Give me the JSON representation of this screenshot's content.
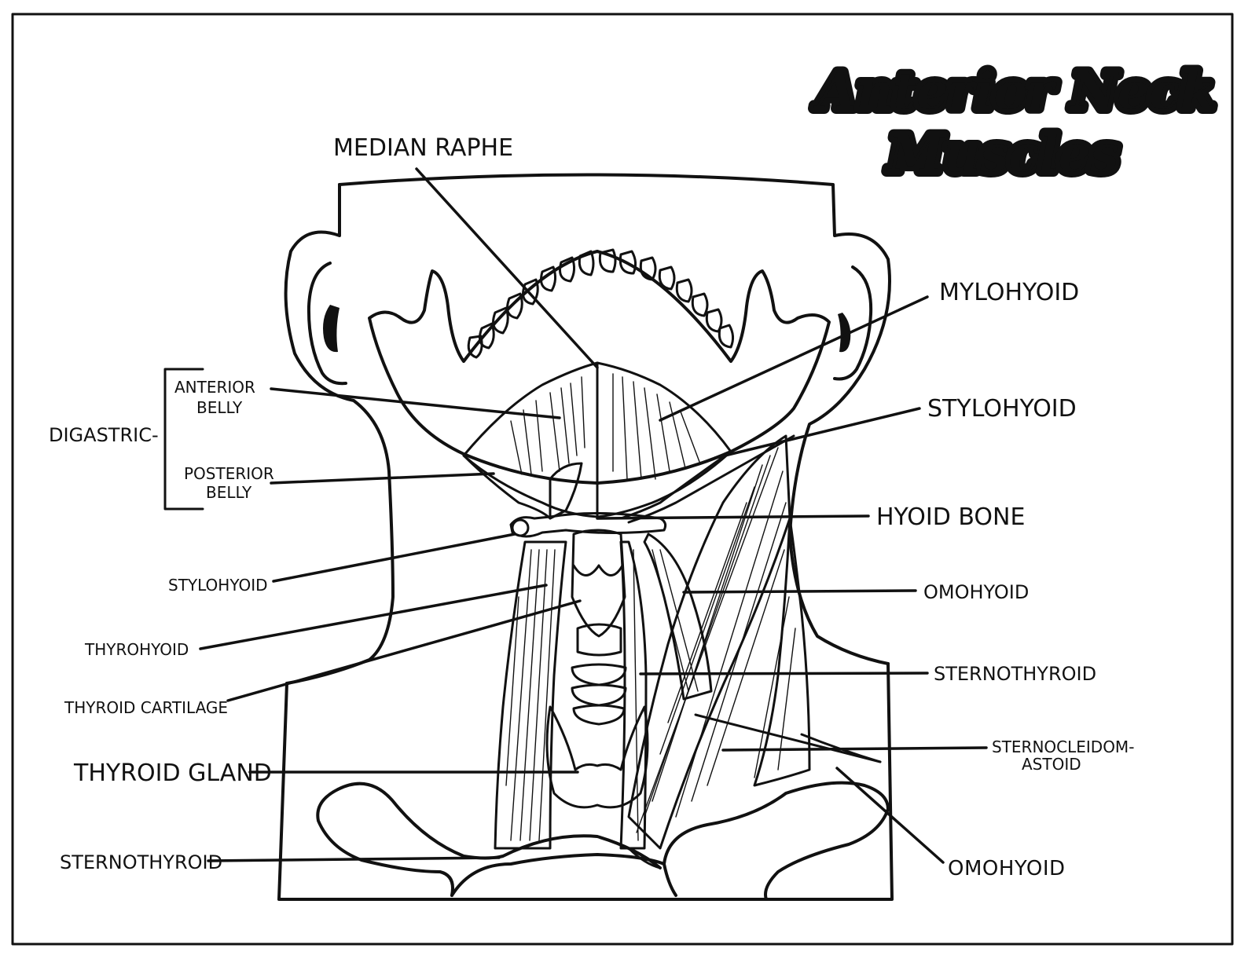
{
  "diagram": {
    "title_line1": "Anterior Neck",
    "title_line2": "Muscles",
    "labels": {
      "median_raphe": "MEDIAN RAPHE",
      "mylohyoid": "MYLOHYOID",
      "stylohyoid_right": "STYLOHYOID",
      "hyoid_bone": "HYOID BONE",
      "omohyoid_right": "OMOHYOID",
      "sternothyroid_right": "STERNOTHYROID",
      "sternocleidomastoid_line1": "STERNOCLEIDOM-",
      "sternocleidomastoid_line2": "ASTOID",
      "omohyoid_lower": "OMOHYOID",
      "digastric": "DIGASTRIC-",
      "anterior_belly_line1": "ANTERIOR",
      "anterior_belly_line2": "BELLY",
      "posterior_belly_line1": "POSTERIOR",
      "posterior_belly_line2": "BELLY",
      "stylohyoid_left": "STYLOHYOID",
      "thyrohyoid": "THYROHYOID",
      "thyroid_cartilage": "THYROID CARTILAGE",
      "thyroid_gland": "THYROID GLAND",
      "sternothyroid_left": "STERNOTHYROID"
    }
  }
}
